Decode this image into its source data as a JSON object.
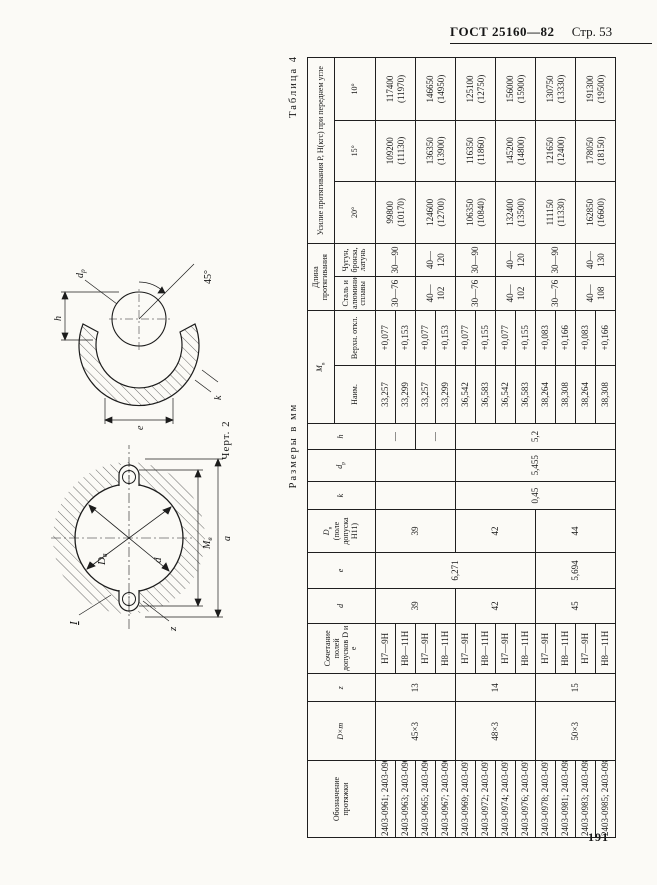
{
  "doc_header": {
    "standard": "ГОСТ 25160—82",
    "page_label": "Стр. 53"
  },
  "page_number": "191",
  "figure": {
    "caption": "Черт. 2",
    "circle_labels": {
      "detail_ref": "I",
      "teeth": "z",
      "outer_dia_main": "D",
      "outer_dia_sub": "в",
      "inner_dia": "d",
      "measure_main": "М",
      "measure_sub": "в",
      "width": "a"
    },
    "detail_labels": {
      "h": "h",
      "pin_main": "d",
      "pin_sub": "р",
      "e": "е",
      "k": "k",
      "angle": "45°"
    }
  },
  "table": {
    "caption": "Таблица 4",
    "units": "Размеры в мм",
    "header": {
      "designation": "Обозначение протяжки",
      "dxm": "D×m",
      "z": "z",
      "fit": "Сочетание полей допусков D и е",
      "d": "d",
      "e": "е",
      "dv_main": "D",
      "dv_sub": "в",
      "dv_note": "(поле допуска Н11)",
      "k": "k",
      "dp_main": "d",
      "dp_sub": "р",
      "h": "h",
      "mv_main": "М",
      "mv_sub": "в",
      "mv_min": "Наим.",
      "mv_upper": "Верхн. откл.",
      "len": "Длина протягивания",
      "len_steel": "Сталь и алюминиевые сплавы",
      "len_iron": "Чугун, бронза, латунь",
      "force": "Усилие протягивания Р, Н(кгс) при переднем угле",
      "a20": "20°",
      "a15": "15°",
      "a10": "10°"
    },
    "designations": [
      "2403-0961; 2403-0962",
      "2403-0963; 2403-0964",
      "2403-0965; 2403-0966",
      "2403-0967; 2403-0968",
      "2403-0969; 2403-0971",
      "2403-0972; 2403-0973",
      "2403-0974; 2403-0975",
      "2403-0976; 2403-0977",
      "2403-0978; 2403-0979",
      "2403-0981; 2403-0982",
      "2403-0983; 2403-0984",
      "2403-0985; 2403-0986"
    ],
    "dxm": [
      "45×3",
      "48×3",
      "50×3"
    ],
    "z": [
      "13",
      "14",
      "15"
    ],
    "fit": [
      "Н7—9Н",
      "Н8—11Н",
      "Н7—9Н",
      "Н8—11Н",
      "Н7—9Н",
      "Н8—11Н",
      "Н7—9Н",
      "Н8—11Н",
      "Н7—9Н",
      "Н8—11Н",
      "Н7—9Н",
      "Н8—11Н"
    ],
    "d": [
      "39",
      "42",
      "45"
    ],
    "e": [
      "6,271",
      "5,694"
    ],
    "dv": [
      "39",
      "42",
      "44"
    ],
    "k": [
      "",
      "0,45"
    ],
    "dp": [
      "",
      "5,455"
    ],
    "h": [
      "—",
      "—",
      "5,2"
    ],
    "mv_min": [
      "33,257",
      "33,299",
      "33,257",
      "33,299",
      "36,542",
      "36,583",
      "36,542",
      "36,583",
      "38,264",
      "38,308",
      "38,264",
      "38,308"
    ],
    "mv_upper": [
      "+0,077",
      "+0,153",
      "+0,077",
      "+0,153",
      "+0,077",
      "+0,155",
      "+0,077",
      "+0,155",
      "+0,083",
      "+0,166",
      "+0,083",
      "+0,166"
    ],
    "len_steel": [
      "30—76",
      "40—102",
      "30—76",
      "40—102",
      "30—76",
      "40—108"
    ],
    "len_iron": [
      "30—90",
      "40—120",
      "30—90",
      "40—120",
      "30—90",
      "40—130"
    ],
    "p20": [
      [
        "99800",
        "(10170)"
      ],
      [
        "124600",
        "(12700)"
      ],
      [
        "106350",
        "(10840)"
      ],
      [
        "132400",
        "(13500)"
      ],
      [
        "111150",
        "(11330)"
      ],
      [
        "162850",
        "(16600)"
      ]
    ],
    "p15": [
      [
        "109200",
        "(11130)"
      ],
      [
        "136350",
        "(13900)"
      ],
      [
        "116350",
        "(11860)"
      ],
      [
        "145200",
        "(14800)"
      ],
      [
        "121650",
        "(12400)"
      ],
      [
        "178050",
        "(18150)"
      ]
    ],
    "p10": [
      [
        "117400",
        "(11970)"
      ],
      [
        "146650",
        "(14950)"
      ],
      [
        "125100",
        "(12750)"
      ],
      [
        "156000",
        "(15900)"
      ],
      [
        "130750",
        "(13330)"
      ],
      [
        "191300",
        "(19500)"
      ]
    ]
  }
}
